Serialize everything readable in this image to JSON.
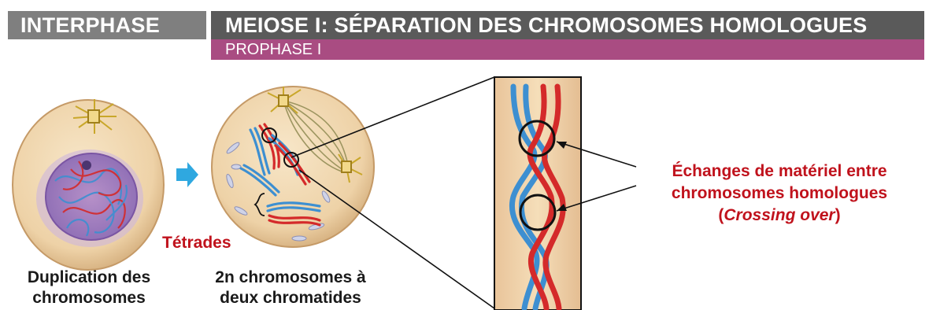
{
  "header": {
    "interphase": "INTERPHASE",
    "meiose": "MEIOSE I: SÉPARATION DES CHROMOSOMES HOMOLOGUES",
    "prophase": "PROPHASE I"
  },
  "labels": {
    "tetrades": "Tétrades",
    "duplication_line1": "Duplication des",
    "duplication_line2": "chromosomes",
    "twon_line1": "2n chromosomes à",
    "twon_line2": "deux chromatides",
    "exchange_line1": "Échanges de matériel entre",
    "exchange_line2": "chromosomes homologues",
    "exchange_open": "(",
    "exchange_italic": "Crossing over",
    "exchange_close": ")"
  },
  "colors": {
    "maternal_blue": "#3d8fd1",
    "paternal_red": "#d42a2a",
    "label_red": "#c0121c",
    "prophase_bar": "#a94c82",
    "meiose_bar": "#5a5a5a",
    "interphase_bar": "#7f7f7f",
    "arrow": "#2fa8e0"
  }
}
